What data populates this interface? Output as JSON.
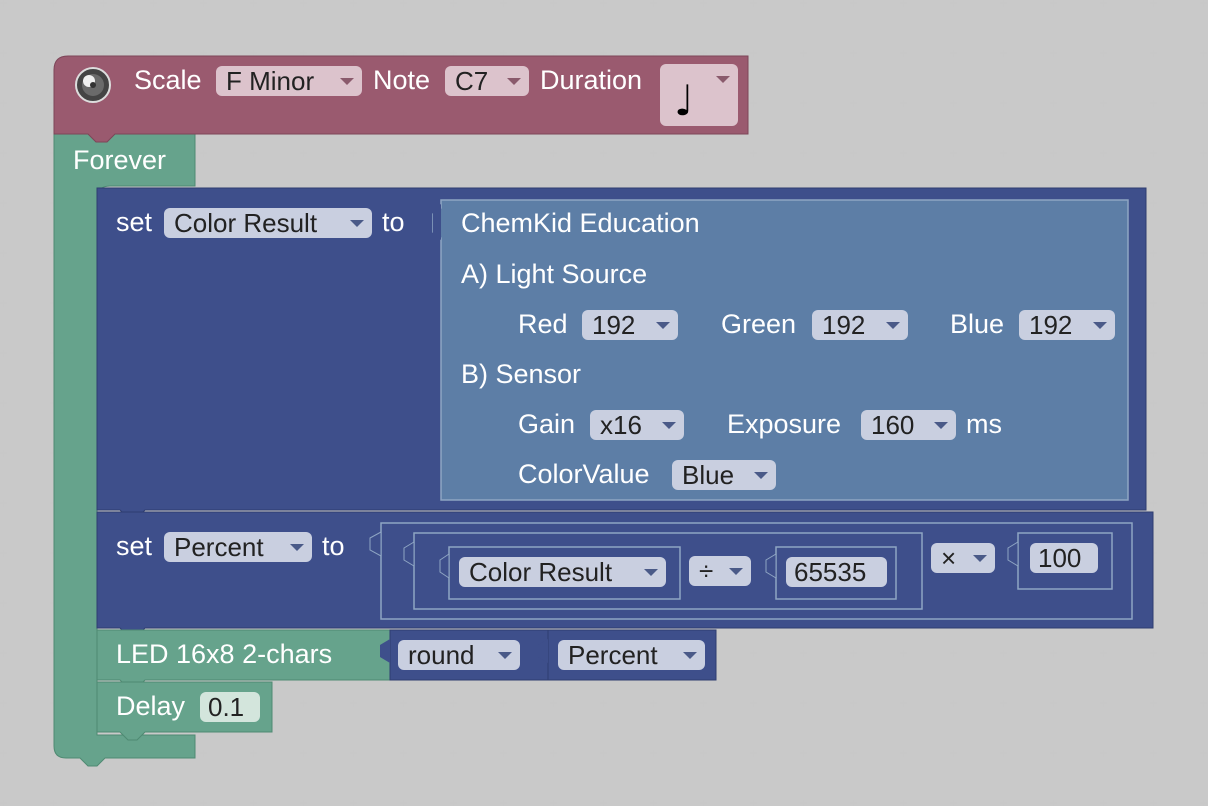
{
  "hat_block": {
    "scale_label": "Scale",
    "scale_value": "F Minor",
    "note_label": "Note",
    "note_value": "C7",
    "duration_label": "Duration",
    "duration_glyph": "♩"
  },
  "forever_label": "Forever",
  "set_color": {
    "set_label": "set",
    "variable": "Color Result",
    "to_label": "to",
    "chemkid": {
      "title": "ChemKid Education",
      "section_a": "A) Light Source",
      "red_label": "Red",
      "red_value": "192",
      "green_label": "Green",
      "green_value": "192",
      "blue_label": "Blue",
      "blue_value": "192",
      "section_b": "B) Sensor",
      "gain_label": "Gain",
      "gain_value": "x16",
      "exposure_label": "Exposure",
      "exposure_value": "160",
      "exposure_unit": "ms",
      "colorvalue_label": "ColorValue",
      "colorvalue_value": "Blue"
    }
  },
  "set_percent": {
    "set_label": "set",
    "variable": "Percent",
    "to_label": "to",
    "inner_var": "Color Result",
    "div_op": "÷",
    "divisor": "65535",
    "mul_op": "×",
    "multiplier": "100"
  },
  "led": {
    "label": "LED 16x8 2-chars",
    "round_label": "round",
    "var_label": "Percent"
  },
  "delay": {
    "label": "Delay",
    "value": "0.1"
  },
  "colors": {
    "hat": "#9a5a6f",
    "forever": "#66a38c",
    "variables": "#3e4f8b",
    "chemkid": "#5d7ea6"
  }
}
